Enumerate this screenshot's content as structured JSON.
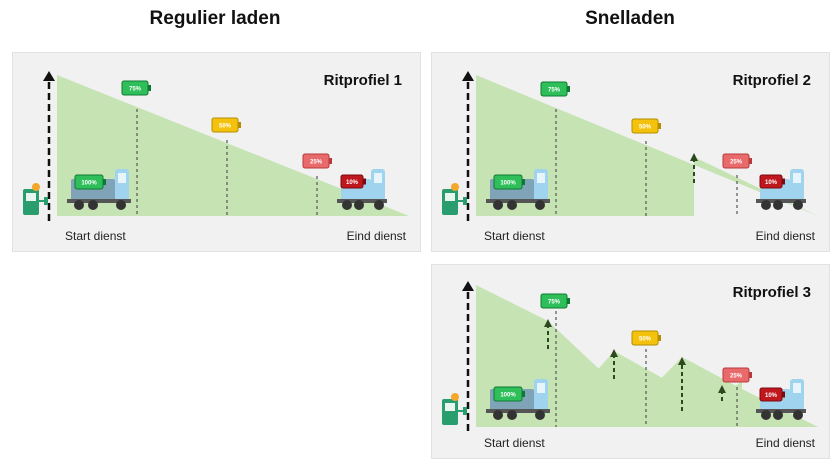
{
  "headings": {
    "regular": "Regulier laden",
    "fast": "Snelladen"
  },
  "panels": [
    {
      "title": "Ritprofiel 1",
      "start_label": "Start dienst",
      "end_label": "Eind dienst",
      "truck_battery": "100%",
      "end_battery": "10%",
      "batteries": [
        "75%",
        "50%",
        "25%"
      ]
    },
    {
      "title": "Ritprofiel 2",
      "start_label": "Start dienst",
      "end_label": "Eind dienst",
      "truck_battery": "100%",
      "end_battery": "10%",
      "batteries": [
        "75%",
        "50%",
        "25%"
      ]
    },
    {
      "title": "Ritprofiel 3",
      "start_label": "Start dienst",
      "end_label": "Eind dienst",
      "truck_battery": "100%",
      "end_battery": "10%",
      "batteries": [
        "75%",
        "50%",
        "25%"
      ]
    }
  ],
  "colors": {
    "area": "#c6e3b4",
    "battery_75": "#2fbf5a",
    "battery_50": "#f4c20d",
    "battery_25": "#e86a6a",
    "battery_10": "#c0161d",
    "truck_cab": "#9fd3ee",
    "charger": "#2a9d6e",
    "arrow": "#2d4a1e"
  },
  "icons": [
    "charging-station-icon",
    "truck-icon",
    "battery-icon",
    "up-arrow-icon"
  ]
}
